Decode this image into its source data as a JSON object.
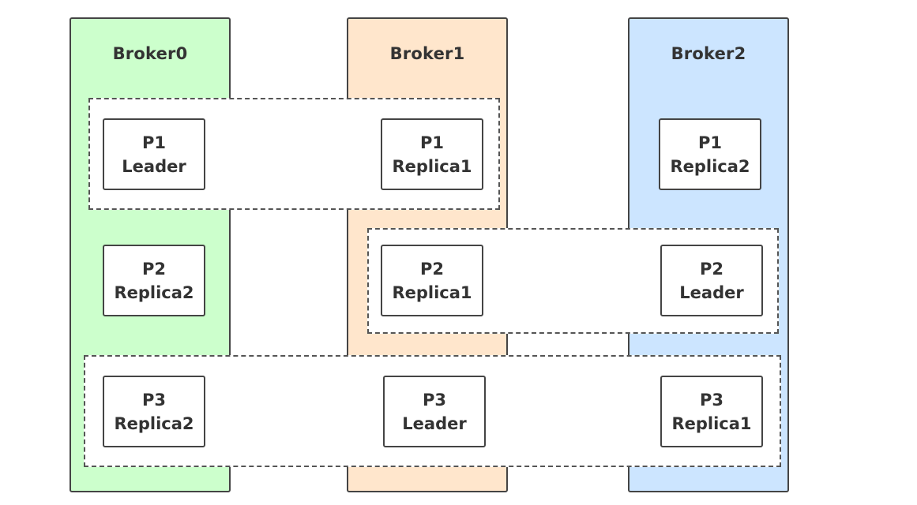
{
  "brokers": [
    {
      "name": "Broker0",
      "color": "#ccffcc"
    },
    {
      "name": "Broker1",
      "color": "#ffe6cc"
    },
    {
      "name": "Broker2",
      "color": "#cce5ff"
    }
  ],
  "partitions": {
    "p1_b0": {
      "partition": "P1",
      "role": "Leader"
    },
    "p1_b1": {
      "partition": "P1",
      "role": "Replica1"
    },
    "p1_b2": {
      "partition": "P1",
      "role": "Replica2"
    },
    "p2_b0": {
      "partition": "P2",
      "role": "Replica2"
    },
    "p2_b1": {
      "partition": "P2",
      "role": "Replica1"
    },
    "p2_b2": {
      "partition": "P2",
      "role": "Leader"
    },
    "p3_b0": {
      "partition": "P3",
      "role": "Replica2"
    },
    "p3_b1": {
      "partition": "P3",
      "role": "Leader"
    },
    "p3_b2": {
      "partition": "P3",
      "role": "Replica1"
    }
  }
}
